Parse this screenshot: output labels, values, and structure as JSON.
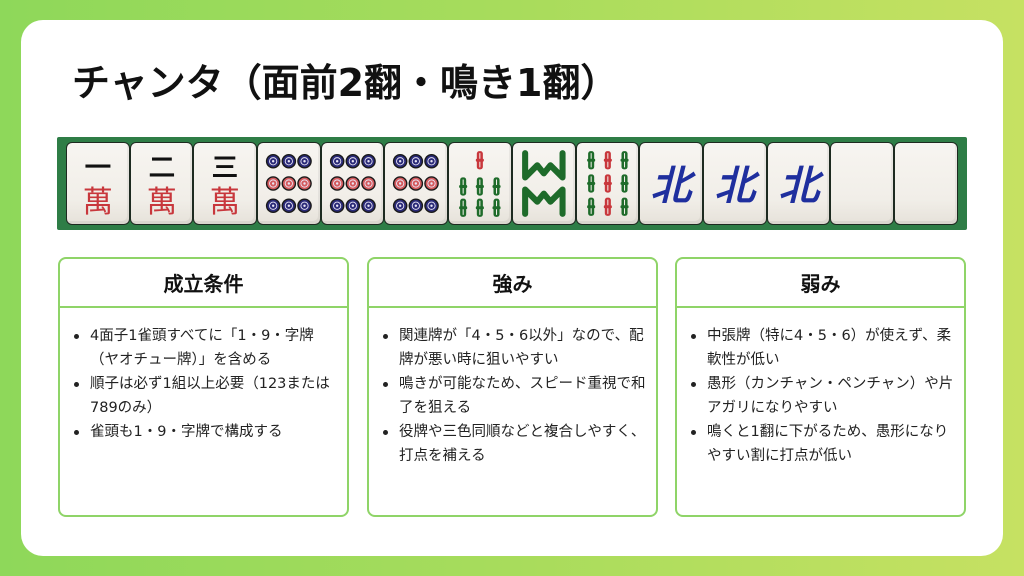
{
  "title": "チャンタ（面前2翻・鳴き1翻）",
  "hand": {
    "tiles": [
      {
        "id": "1m",
        "suit": "man",
        "rank": 1,
        "numeral": "一",
        "label": "萬"
      },
      {
        "id": "2m",
        "suit": "man",
        "rank": 2,
        "numeral": "二",
        "label": "萬"
      },
      {
        "id": "3m",
        "suit": "man",
        "rank": 3,
        "numeral": "三",
        "label": "萬"
      },
      {
        "id": "9p",
        "suit": "pin",
        "rank": 9
      },
      {
        "id": "9p",
        "suit": "pin",
        "rank": 9
      },
      {
        "id": "9p",
        "suit": "pin",
        "rank": 9
      },
      {
        "id": "7s",
        "suit": "sou",
        "rank": 7
      },
      {
        "id": "8s",
        "suit": "sou",
        "rank": 8
      },
      {
        "id": "9s",
        "suit": "sou",
        "rank": 9
      },
      {
        "id": "N",
        "suit": "honor",
        "label": "北"
      },
      {
        "id": "N",
        "suit": "honor",
        "label": "北"
      },
      {
        "id": "N",
        "suit": "honor",
        "label": "北"
      },
      {
        "id": "P",
        "suit": "honor",
        "label": ""
      },
      {
        "id": "P",
        "suit": "honor",
        "label": ""
      }
    ],
    "colors": {
      "frame": "#2e7d46",
      "man_red": "#c8373c",
      "pin_blue": "#2a2a78",
      "pin_red": "#d45b5e",
      "sou_green": "#1e6b2a",
      "honor_blue": "#1f2f9e"
    }
  },
  "sections": [
    {
      "heading": "成立条件",
      "items": [
        "4面子1雀頭すべてに「1・9・字牌（ヤオチュー牌）」を含める",
        "順子は必ず1組以上必要（123または789のみ）",
        "雀頭も1・9・字牌で構成する"
      ]
    },
    {
      "heading": "強み",
      "items": [
        "関連牌が「4・5・6以外」なので、配牌が悪い時に狙いやすい",
        "鳴きが可能なため、スピード重視で和了を狙える",
        "役牌や三色同順などと複合しやすく、打点を補える"
      ]
    },
    {
      "heading": "弱み",
      "items": [
        "中張牌（特に4・5・6）が使えず、柔軟性が低い",
        "愚形（カンチャン・ペンチャン）や片アガリになりやすい",
        "鳴くと1翻に下がるため、愚形になりやすい割に打点が低い"
      ]
    }
  ],
  "theme": {
    "border": "#8fd468",
    "bg_left": "#8ed85a",
    "bg_right": "#c6e162"
  }
}
